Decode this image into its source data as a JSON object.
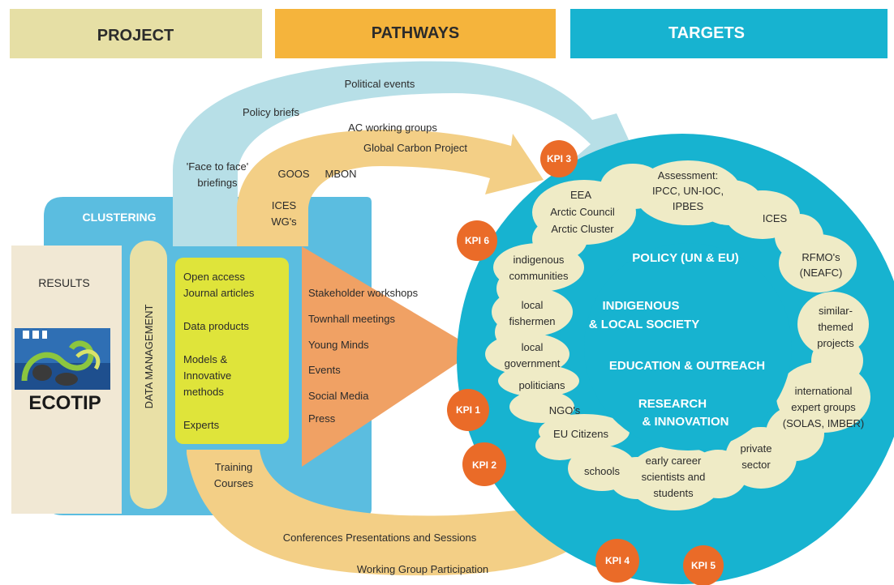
{
  "header": {
    "project": "PROJECT",
    "pathways": "PATHWAYS",
    "targets": "TARGETS"
  },
  "colors": {
    "project": "#e6dfa5",
    "pathways": "#f5b43c",
    "targets": "#17b3d0",
    "clustering": "#5bbde0",
    "tan_arrow": "#f3cf86",
    "blue_arrow": "#b7dfe7",
    "orange_arrow": "#f0a164",
    "yellow_box": "#dfe43a",
    "kpi": "#ea6b28",
    "cloud": "#efebc6"
  },
  "project": {
    "clustering": "CLUSTERING",
    "results": "RESULTS",
    "logo_text": "ECOTIP",
    "data_management": "DATA MANAGEMENT",
    "outputs": [
      "Open access",
      "Journal articles",
      "Data products",
      "Models &",
      "Innovative",
      "methods",
      "Experts"
    ],
    "training": [
      "Training",
      "Courses"
    ]
  },
  "pathways": {
    "top_arrows": [
      "Political events",
      "Policy briefs",
      "AC working groups",
      "Global Carbon Project",
      "'Face to face'",
      "briefings",
      "GOOS",
      "MBON",
      "ICES",
      "WG's"
    ],
    "orange_items": [
      "Stakeholder workshops",
      "Townhall meetings",
      "Young Minds",
      "Events",
      "Social Media",
      "Press"
    ],
    "bottom_arrows": [
      "Conferences Presentations and Sessions",
      "Working Group Participation"
    ]
  },
  "targets": {
    "inner": [
      "POLICY (UN & EU)",
      "INDIGENOUS",
      "& LOCAL SOCIETY",
      "EDUCATION & OUTREACH",
      "RESEARCH",
      "& INNOVATION"
    ],
    "ring": [
      "Assessment:",
      "IPCC, UN-IOC,",
      "IPBES",
      "ICES",
      "RFMO's",
      "(NEAFC)",
      "similar-",
      "themed",
      "projects",
      "international",
      "expert groups",
      "(SOLAS, IMBER)",
      "private",
      "sector",
      "early career",
      "scientists and",
      "students",
      "schools",
      "EU Citizens",
      "NGO's",
      "politicians",
      "local",
      "government",
      "local",
      "fishermen",
      "indigenous",
      "communities",
      "EEA",
      "Arctic Council",
      "Arctic Cluster"
    ]
  },
  "kpis": [
    "KPI 3",
    "KPI 6",
    "KPI 1",
    "KPI 2",
    "KPI 4",
    "KPI 5"
  ]
}
